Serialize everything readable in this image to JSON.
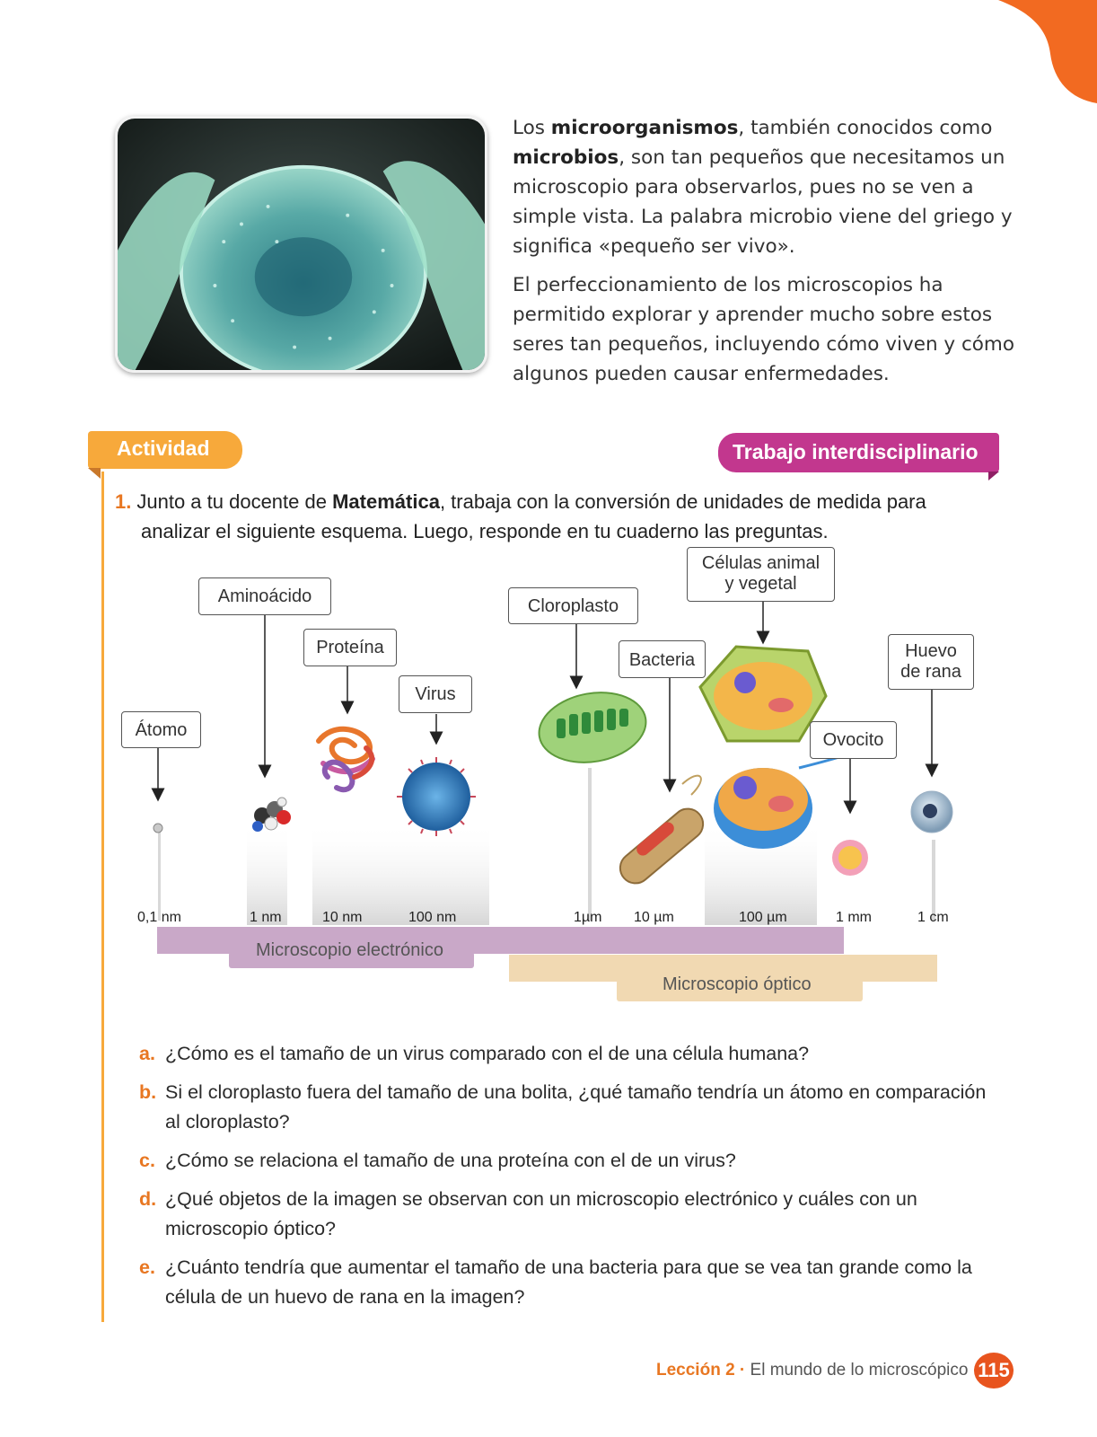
{
  "intro": {
    "p1": {
      "t1": "Los ",
      "b1": "microorganismos",
      "t2": ", también conocidos como ",
      "b2": "microbios",
      "t3": ", son tan pequeños que necesitamos un microscopio para observarlos, pues no se ven a simple vista. La palabra microbio viene del griego y significa «pequeño ser vivo»."
    },
    "p2": "El perfeccionamiento de los microscopios ha permitido explorar y aprender mucho sobre estos seres tan pequeños, incluyendo cómo viven y cómo algunos pueden causar enfermedades."
  },
  "activity": {
    "tab_label": "Actividad",
    "badge_label": "Trabajo interdisciplinario",
    "number": "1.",
    "text_1": "Junto a tu docente de ",
    "bold": "Matemática",
    "text_2": ", trabaja con la conversión de unidades de medida para",
    "text_3": "analizar el siguiente esquema. Luego, responde en tu cuaderno las preguntas."
  },
  "diagram": {
    "labels": {
      "atomo": "Átomo",
      "aminoacido": "Aminoácido",
      "proteina": "Proteína",
      "virus": "Virus",
      "cloroplasto": "Cloroplasto",
      "bacteria": "Bacteria",
      "celulas_1": "Células animal",
      "celulas_2": "y vegetal",
      "ovocito": "Ovocito",
      "huevo_1": "Huevo",
      "huevo_2": "de rana"
    },
    "scale": [
      "0,1 nm",
      "1 nm",
      "10 nm",
      "100 nm",
      "1µm",
      "10 µm",
      "100 µm",
      "1 mm",
      "1 cm"
    ],
    "electron_label": "Microscopio electrónico",
    "optical_label": "Microscopio óptico"
  },
  "questions": [
    {
      "letter": "a.",
      "text": "¿Cómo es el tamaño de un virus comparado con el de una célula humana?"
    },
    {
      "letter": "b.",
      "text": "Si el cloroplasto fuera del tamaño de una bolita, ¿qué tamaño tendría un átomo en comparación al cloroplasto?"
    },
    {
      "letter": "c.",
      "text": "¿Cómo se relaciona el tamaño de una proteína con el de un virus?"
    },
    {
      "letter": "d.",
      "text": "¿Qué objetos de la imagen se observan con un microscopio electrónico y cuáles con un microscopio óptico?"
    },
    {
      "letter": "e.",
      "text": "¿Cuánto tendría que aumentar el tamaño de una bacteria para que se vea tan grande como la célula de un huevo de rana en la imagen?"
    }
  ],
  "footer": {
    "lesson": "Lección 2",
    "separator": " · ",
    "title": "El mundo de lo microscópico",
    "page": "115"
  }
}
